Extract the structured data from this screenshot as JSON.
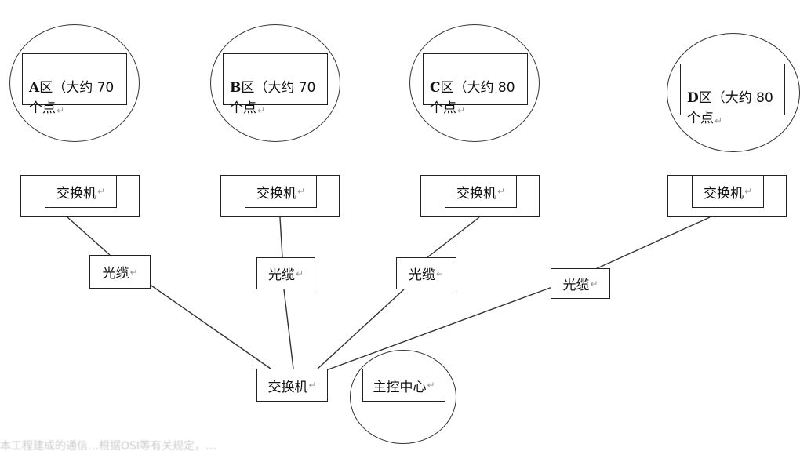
{
  "zones": [
    {
      "letter": "A",
      "text": "区（大约 70\n个点"
    },
    {
      "letter": "B",
      "text": "区（大约 70\n个点"
    },
    {
      "letter": "C",
      "text": "区（大约 80\n个点"
    },
    {
      "letter": "D",
      "text": "区（大约 80\n个点"
    }
  ],
  "switch_label": "交换机",
  "cable_label": "光缆",
  "center_switch_label": "交换机",
  "control_center_label": "主控中心",
  "return_mark": "↵",
  "footer_text": "本工程建成的通信…根据OSI等有关规定，…"
}
